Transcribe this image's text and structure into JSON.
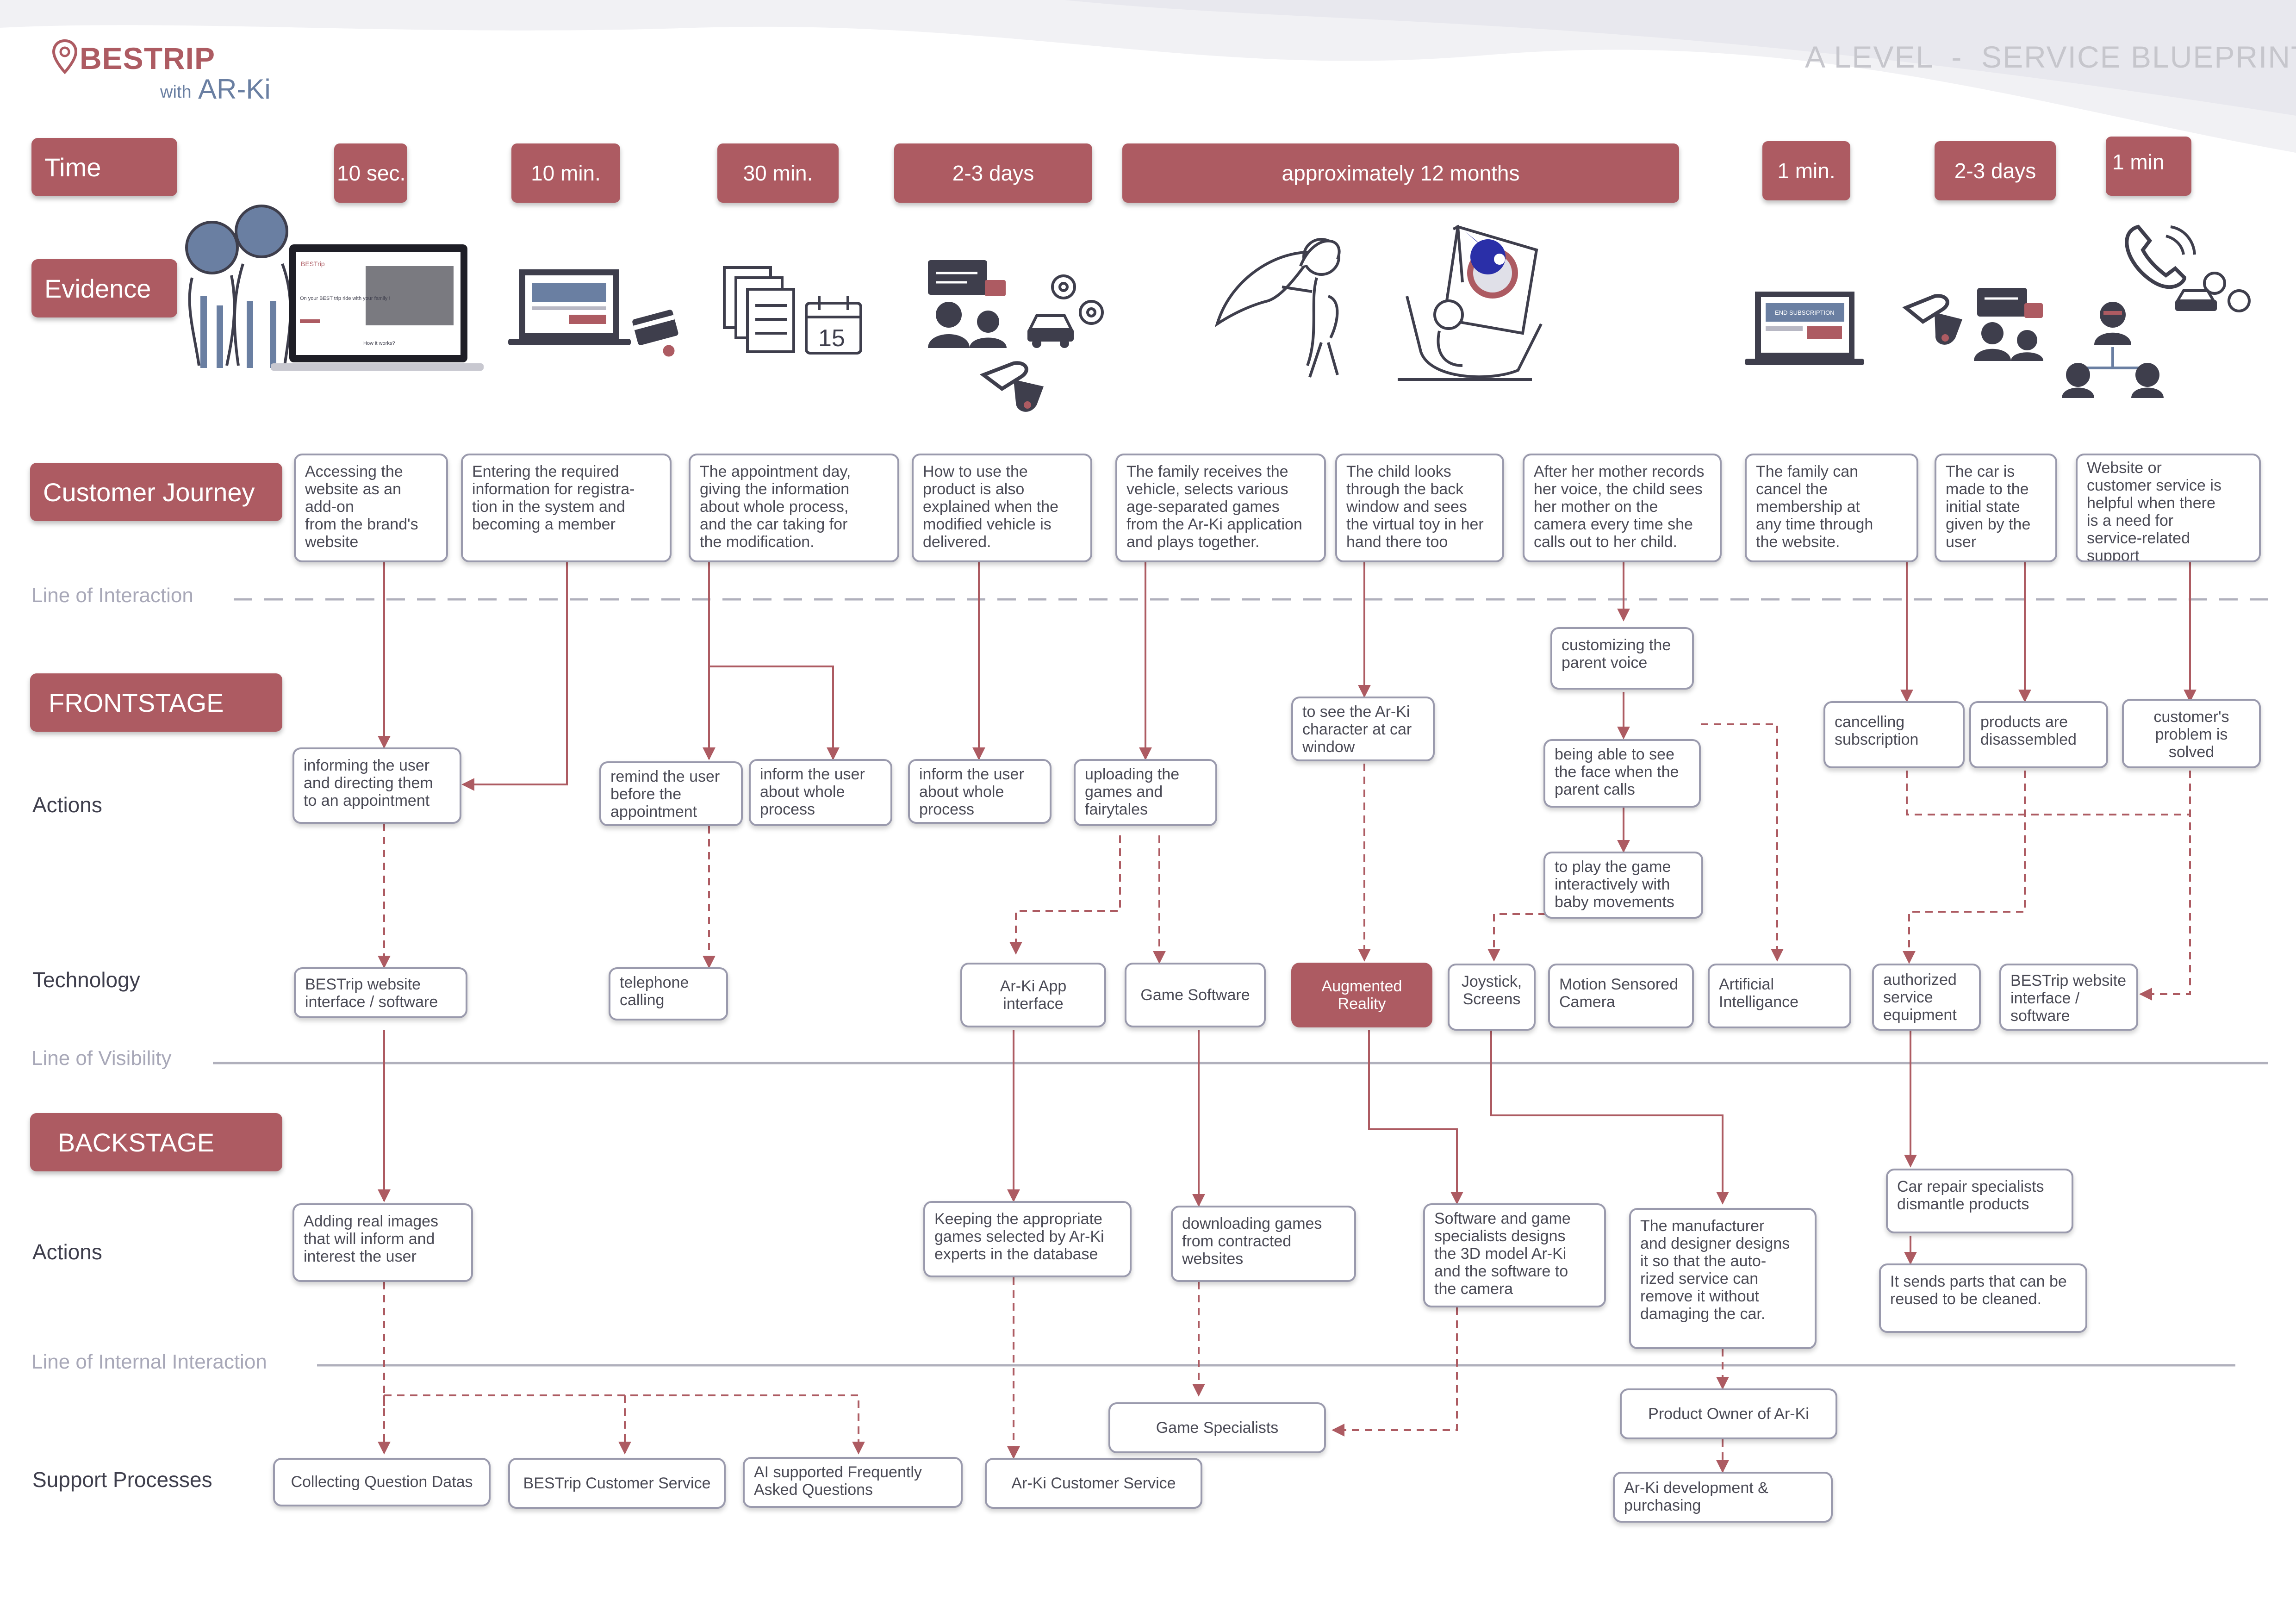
{
  "header": {
    "brand_name": "BESTRIP",
    "brand_with": "with",
    "brand_sub": "AR-Ki",
    "title": "A LEVEL  -  SERVICE BLUEPRINT",
    "accent_color": "#ad5b62"
  },
  "rows": {
    "time": "Time",
    "evidence": "Evidence",
    "customer_journey": "Customer Journey",
    "line_of_interaction": "Line of Interaction",
    "frontstage": "FRONTSTAGE",
    "actions_front": "Actions",
    "technology": "Technology",
    "line_of_visibility": "Line of Visibility",
    "backstage": "BACKSTAGE",
    "actions_back": "Actions",
    "line_of_internal_interaction": "Line of Internal Interaction",
    "support_processes": "Support Processes"
  },
  "time": {
    "t1": "10 sec.",
    "t2": "10 min.",
    "t3": "30 min.",
    "t4": "2-3 days",
    "t5": "approximately 12 months",
    "t6": "1 min.",
    "t7": "2-3 days",
    "t8": "1 min"
  },
  "evidence": {
    "laptop_logo": "BESTrip",
    "laptop_text": "On your BEST trip ride with your family !",
    "laptop_question": "How it works?",
    "end_subscription": "END SUBSCRIPTION",
    "calendar_day": "15"
  },
  "journey": {
    "j1": "Accessing the\nwebsite as an add-on\nfrom the brand's\nwebsite",
    "j2": "Entering the required\ninformation for registra-\ntion in the system and\nbecoming a member",
    "j3": "The appointment day,\ngiving the information\nabout whole process,\nand the car taking for\nthe modification.",
    "j4": "How to use the\nproduct is also\nexplained when the\nmodified vehicle is\ndelivered.",
    "j5": "The family receives the\nvehicle, selects various\nage-separated games\nfrom the Ar-Ki application\nand plays together.",
    "j6": "The child looks\nthrough the back\nwindow and sees\nthe virtual toy in her\nhand there too",
    "j7": "After her mother records\nher voice, the child sees\nher mother on the\ncamera every time she\ncalls out to her child.",
    "j8": "The family can\ncancel the\nmembership at\nany time through\nthe website.",
    "j9": "The car is\nmade to the\ninitial state\ngiven by the\nuser",
    "j10": "Website or\ncustomer service is\nhelpful when there\nis a need for\nservice-related\nsupport"
  },
  "front_actions": {
    "a1": "informing the user\nand directing them\nto an appointment",
    "a2": "remind the user\nbefore the\nappointment",
    "a3": "inform the user\nabout whole\nprocess",
    "a4": "inform the user\nabout whole\nprocess",
    "a5": "uploading the\ngames and\nfairytales",
    "a6": "to see the Ar-Ki\ncharacter at car\nwindow",
    "a7": "customizing the\nparent voice",
    "a8": "being able to see\nthe face when the\nparent calls",
    "a9": "to play the game\ninteractively with\nbaby movements",
    "a10": "cancelling\nsubscription",
    "a11": "products are\ndisassembled",
    "a12": "customer's\nproblem is\nsolved"
  },
  "technology": {
    "t1": "BESTrip website\ninterface / software",
    "t2": "telephone\ncalling",
    "t3": "Ar-Ki App\ninterface",
    "t4": "Game Software",
    "t5": "Augmented\nReality",
    "t6": "Joystick,\nScreens",
    "t7": "Motion Sensored\nCamera",
    "t8": "Artificial\nIntelligance",
    "t9": "authorized\nservice\nequipment",
    "t10": "BESTrip website\ninterface /\nsoftware"
  },
  "back_actions": {
    "b1": "Adding real images\nthat will inform and\ninterest the user",
    "b2": "Keeping the appropriate\ngames selected by Ar-Ki\nexperts in the database",
    "b3": "downloading games\nfrom contracted\nwebsites",
    "b4": "Software and game\nspecialists designs\nthe 3D model Ar-Ki\nand the software to\nthe camera",
    "b5": "The manufacturer\nand designer designs\nit so that the auto-\nrized service can\nremove it without\ndamaging the car.",
    "b6": "Car repair specialists\ndismantle products",
    "b7": "It sends parts that can be\nreused to be cleaned."
  },
  "support": {
    "s1": "Collecting Question Datas",
    "s2": "BESTrip Customer Service",
    "s3": "AI supported Frequently\nAsked Questions",
    "s4": "Ar-Ki Customer Service",
    "s5": "Game Specialists",
    "s6": "Product Owner of Ar-Ki",
    "s7": "Ar-Ki development &\npurchasing"
  }
}
